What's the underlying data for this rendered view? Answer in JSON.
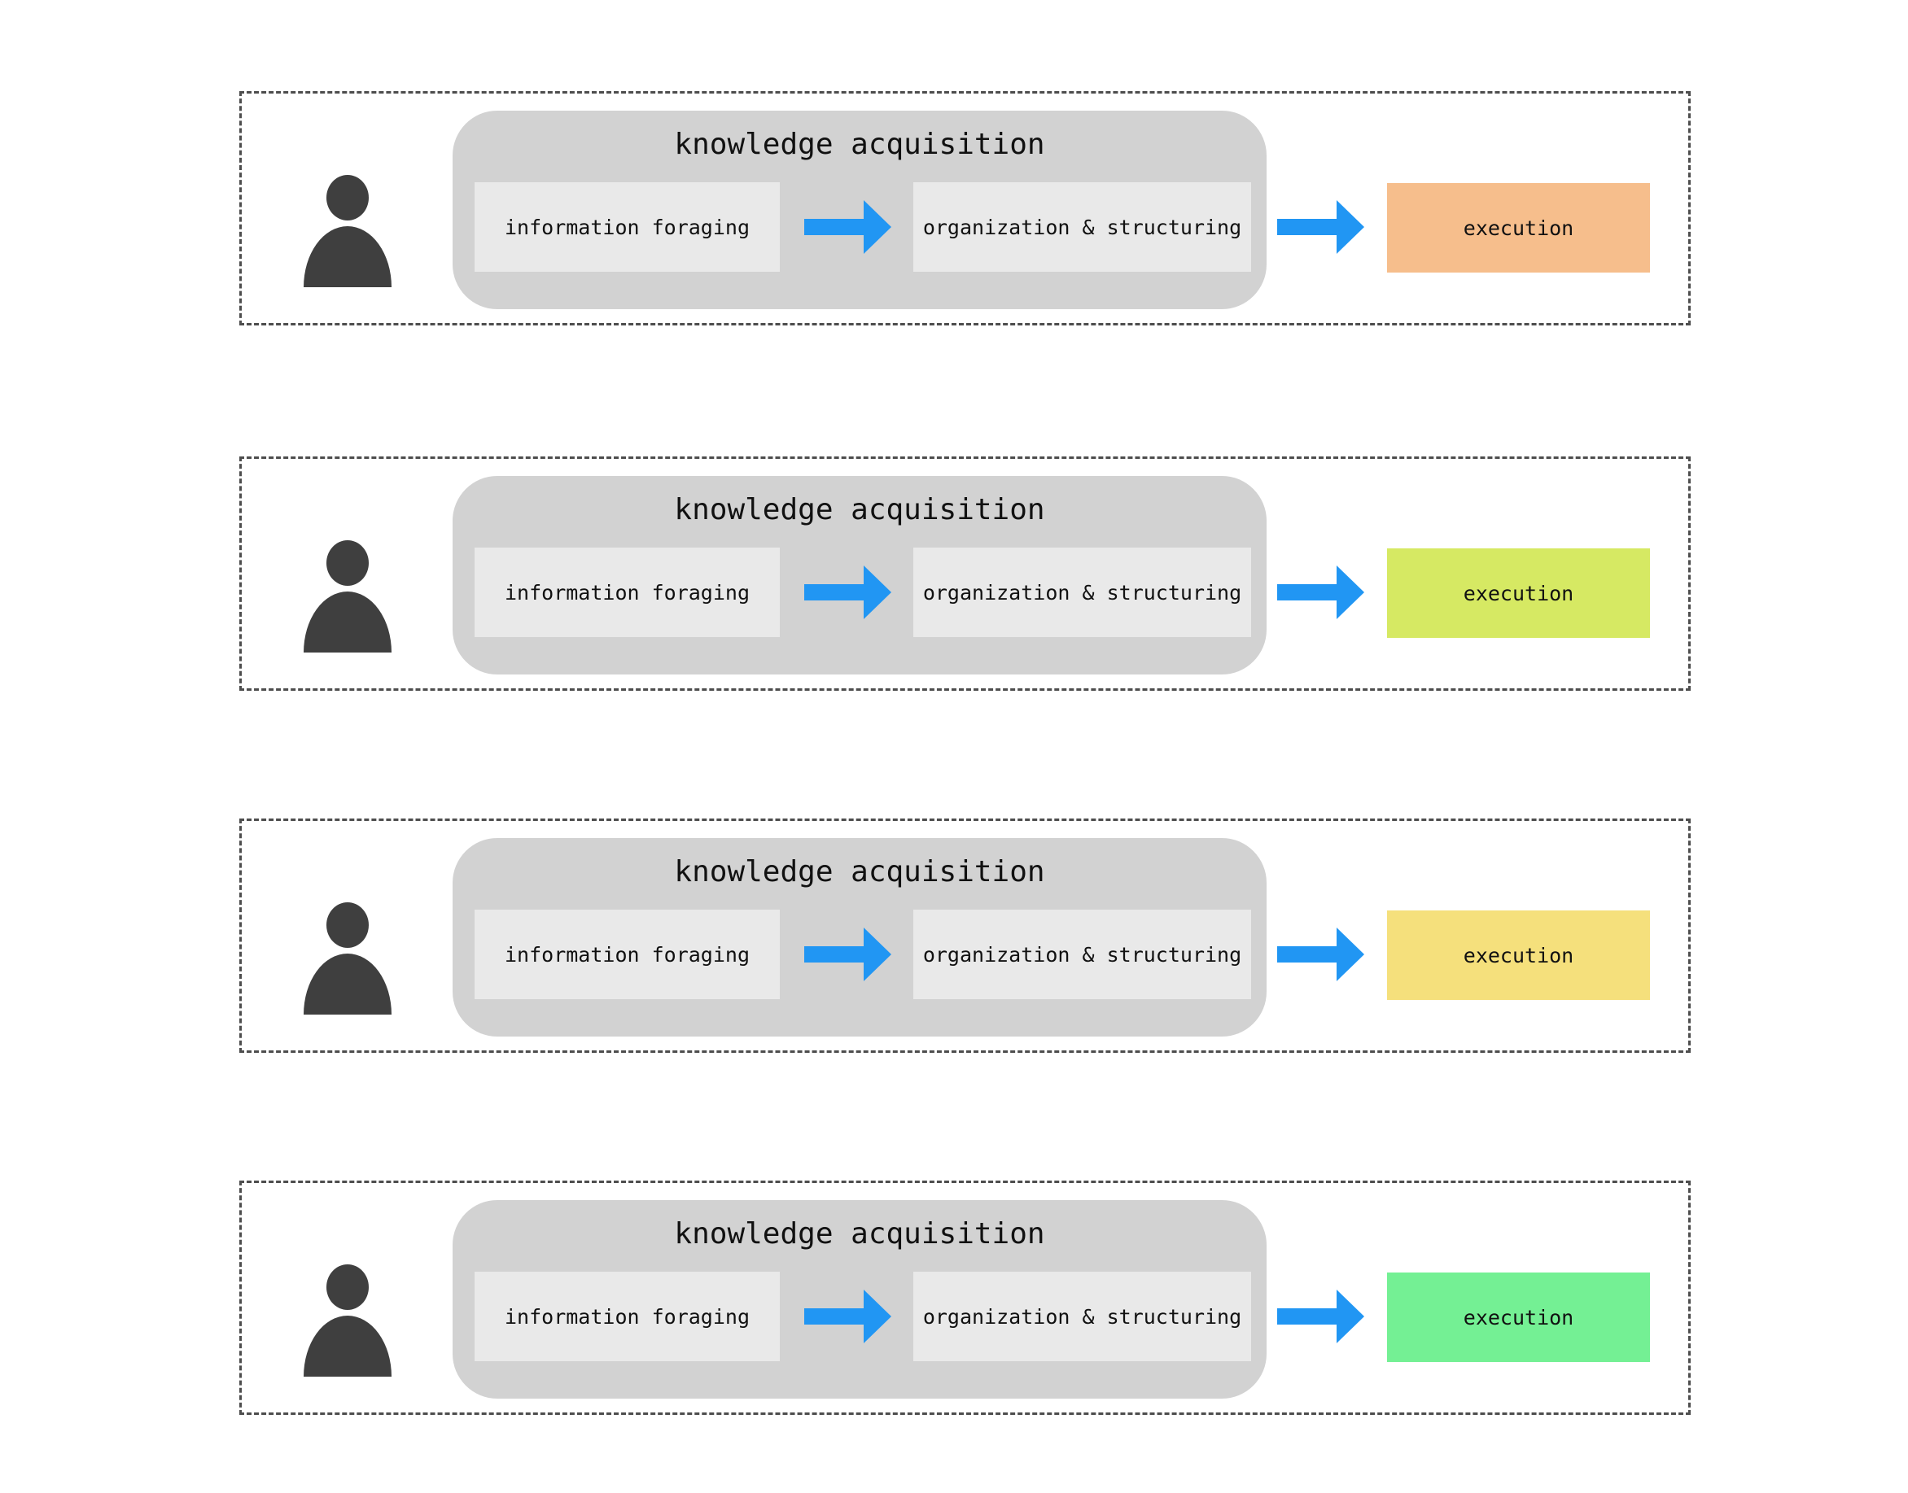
{
  "colors": {
    "arrow_blue": "#2196f3",
    "group_box_gray": "#d2d2d2",
    "stage_box_gray": "#e9e9e9",
    "dashed_border_gray": "#4d4d4d",
    "person_icon_gray": "#3f3f3f",
    "text_black": "#111111"
  },
  "icons": {
    "person": "person-icon",
    "arrow": "arrow-right-icon"
  },
  "rows": [
    {
      "group_title": "knowledge acquisition",
      "stage1_label": "information foraging",
      "stage2_label": "organization & structuring",
      "execution_label": "execution",
      "execution_color": "#f6be8c"
    },
    {
      "group_title": "knowledge acquisition",
      "stage1_label": "information foraging",
      "stage2_label": "organization & structuring",
      "execution_label": "execution",
      "execution_color": "#d6e963"
    },
    {
      "group_title": "knowledge acquisition",
      "stage1_label": "information foraging",
      "stage2_label": "organization & structuring",
      "execution_label": "execution",
      "execution_color": "#f5e07c"
    },
    {
      "group_title": "knowledge acquisition",
      "stage1_label": "information foraging",
      "stage2_label": "organization & structuring",
      "execution_label": "execution",
      "execution_color": "#74f094"
    }
  ]
}
